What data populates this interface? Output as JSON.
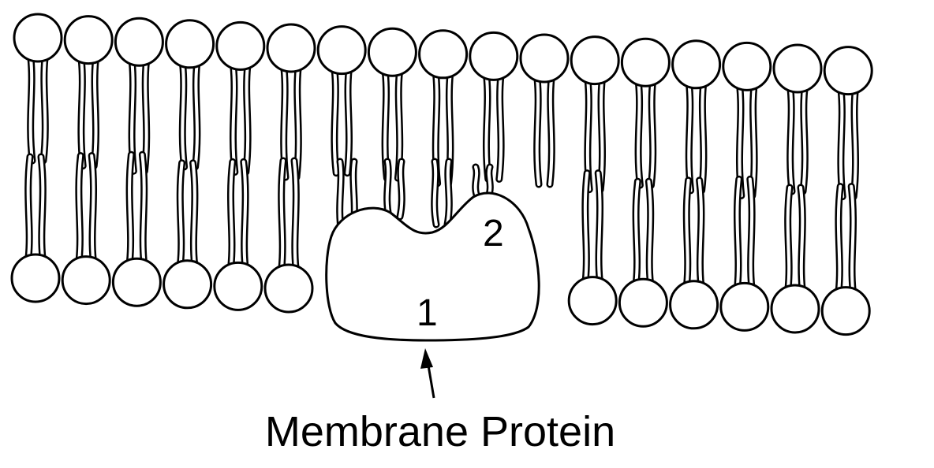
{
  "diagram": {
    "label_region_1": "1",
    "label_region_2": "2",
    "caption": "Membrane Protein",
    "colors": {
      "stroke": "#000000",
      "fill": "#ffffff"
    }
  }
}
